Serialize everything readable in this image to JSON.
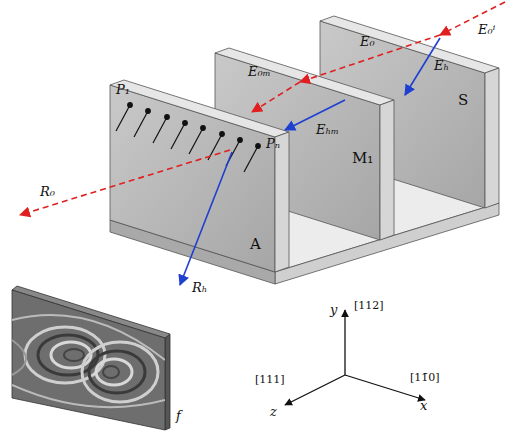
{
  "diagram": {
    "labels": [
      "E₀ⁱ",
      "E₀",
      "Eₕ",
      "E₀ₘ",
      "Eₕₘ",
      "S",
      "M₁",
      "A",
      "P₁",
      "Pₙ",
      "R₀",
      "Rₕ",
      "f",
      "y",
      "[112]",
      "z",
      "[111]",
      "x",
      "[11̄0]"
    ]
  }
}
